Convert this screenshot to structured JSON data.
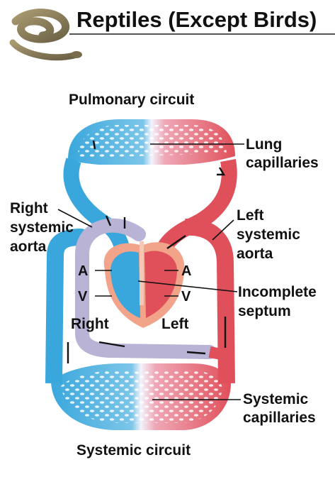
{
  "title": "Reptiles (Except Birds)",
  "labels": {
    "pulmonary_circuit": "Pulmonary circuit",
    "systemic_circuit": "Systemic circuit",
    "lung_capillaries": [
      "Lung",
      "capillaries"
    ],
    "systemic_capillaries": [
      "Systemic",
      "capillaries"
    ],
    "right_systemic_aorta": [
      "Right",
      "systemic",
      "aorta"
    ],
    "left_systemic_aorta": [
      "Left",
      "systemic",
      "aorta"
    ],
    "incomplete_septum": [
      "Incomplete",
      "septum"
    ],
    "atrium_right": "A",
    "atrium_left": "A",
    "ventricle_right": "V",
    "ventricle_left": "V",
    "side_right": "Right",
    "side_left": "Left"
  },
  "colors": {
    "deoxygenated": "#3aa7dc",
    "oxygenated": "#e0505a",
    "aorta_purple": "#b9b3d6",
    "heart": "#f2a48a"
  },
  "icons": {
    "header_image": "snake-icon"
  }
}
